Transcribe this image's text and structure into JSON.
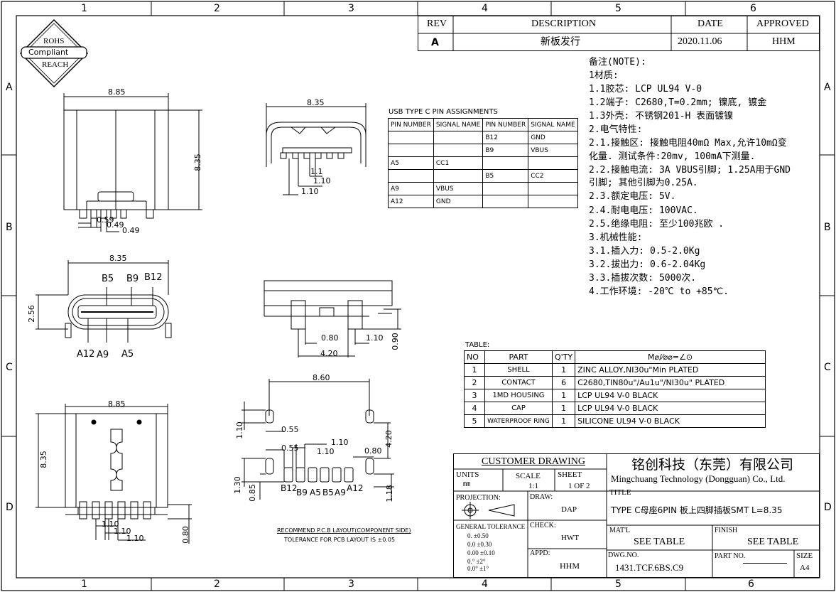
{
  "border": {
    "cols": [
      "1",
      "2",
      "3",
      "4",
      "5",
      "6"
    ],
    "rows": [
      "A",
      "B",
      "C",
      "D"
    ]
  },
  "logo": {
    "line1": "ROHS",
    "line2": "Compliant",
    "line3": "REACH"
  },
  "revision": {
    "headers": [
      "REV",
      "DESCRIPTION",
      "DATE",
      "APPROVED"
    ],
    "row": [
      "A",
      "新板发行",
      "2020.11.06",
      "HHM"
    ]
  },
  "notes": [
    "备注(NOTE):",
    "1材质:",
    "1.1胶芯: LCP UL94 V-0",
    "1.2端子: C2680,T=0.2mm; 镍底, 镀金",
    "1.3外壳: 不锈钢201-H 表面镀镍",
    "2.电气特性:",
    "2.1.接触区: 接触电阻40mΩ Max,允许10mΩ变",
    "    化量. 测试条件:20mv, 100mA下测量.",
    "2.2.接触电流: 3A VBUS引脚; 1.25A用于GND",
    "    引脚; 其他引脚为0.25A.",
    "2.3.额定电压: 5V.",
    "2.4.耐电电压: 100VAC.",
    "2.5.绝缘电阻: 至少100兆欧 .",
    "3.机械性能:",
    "3.1.插入力: 0.5-2.0Kg",
    "3.2.拔出力: 0.6-2.04Kg",
    "3.3.插拔次数: 5000次.",
    "4.工作环境: -20℃ to +85℃."
  ],
  "pin_table": {
    "title": "USB TYPE C PIN ASSIGNMENTS",
    "headers": [
      "PIN NUMBER",
      "SIGNAL NAME",
      "PIN NUMBER",
      "SIGNAL NAME"
    ],
    "rows": [
      [
        "",
        "",
        "B12",
        "GND"
      ],
      [
        "",
        "",
        "B9",
        "VBUS"
      ],
      [
        "A5",
        "CC1",
        "",
        ""
      ],
      [
        "",
        "",
        "B5",
        "CC2"
      ],
      [
        "A9",
        "VBUS",
        "",
        ""
      ],
      [
        "A12",
        "GND",
        "",
        ""
      ]
    ]
  },
  "bom": {
    "title": "TABLE:",
    "headers": [
      "NO",
      "PART",
      "Q'TY",
      "M⌀∕⁄⌀⌀=∠⊙"
    ],
    "rows": [
      [
        "1",
        "SHELL",
        "1",
        "ZINC ALLOY,NI30u\"Min PLATED"
      ],
      [
        "2",
        "CONTACT",
        "6",
        "C2680,TIN80u\"/Au1u\"/NI30u\" PLATED"
      ],
      [
        "3",
        "1MD HOUSING",
        "1",
        "LCP UL94 V-0 BLACK"
      ],
      [
        "4",
        "CAP",
        "1",
        "LCP UL94 V-0 BLACK"
      ],
      [
        "5",
        "WATERPROOF RING",
        "1",
        "SILICONE UL94 V-0 BLACK"
      ]
    ]
  },
  "dims": {
    "top_w": "8.85",
    "top_h": "8.35",
    "p059": "0.59",
    "p049a": "0.49",
    "p049b": "0.49",
    "side_w": "8.35",
    "d11": "1.1",
    "d110a": "1.10",
    "d110b": "1.10",
    "front_w": "8.35",
    "front_h": "2.56",
    "fB5": "B5",
    "fB9": "B9",
    "fB12": "B12",
    "fA12": "A12",
    "fA9": "A9",
    "fA5": "A5",
    "s080": "0.80",
    "s420": "4.20",
    "s110": "1.10",
    "s090": "0.90",
    "bot_w": "8.85",
    "bot_h": "8.35",
    "b110a": "1.10",
    "b110b": "1.10",
    "b110c": "1.10",
    "b080": "0.80",
    "pcb_w": "8.60",
    "pcb110": "1.10",
    "pcb055a": "0.55",
    "pcb055b": "0.55",
    "pcb110b": "1.10",
    "pcb110c": "1.10",
    "pcb080": "0.80",
    "pcb420": "4.20",
    "pcb130": "1.30",
    "pcb085": "0.85",
    "pcb118": "1.18",
    "pB12": "B12",
    "pB9": "B9",
    "pA5": "A5",
    "pB5": "B5",
    "pA9": "A9",
    "pA12": "A12",
    "pcb_note1": "RECOMMEND P.C.B LAYOUT(COMPONENT SIDE)",
    "pcb_note2": "TOLERANCE FOR PCB LAYOUT IS ±0.05"
  },
  "title_block": {
    "customer": "CUSTOMER DRAWING",
    "company_cn": "铭创科技（东莞）有限公司",
    "company_en": "Mingchuang Technology (Dongguan) Co., Ltd.",
    "units_label": "UNITS",
    "units": "㎜",
    "scale_label": "SCALE",
    "scale": "1:1",
    "sheet_label": "SHEET",
    "sheet": "1 OF 2",
    "title_label": "TITLE",
    "title": "TYPE C母座6PIN 板上四脚插板SMT L=8.35",
    "projection_label": "PROJECTION:",
    "draw_label": "DRAW:",
    "draw": "DAP",
    "check_label": "CHECK:",
    "check": "HWT",
    "appd_label": "APPD:",
    "appd": "HHM",
    "tol_label": "GENERAL TOLERANCE",
    "tol": [
      "0.  ±0.50",
      "0.0  ±0.30",
      "0.00 ±0.10",
      "0.°  ±2°",
      "0.0° ±1°"
    ],
    "matl_label": "MAT'L",
    "matl": "SEE TABLE",
    "finish_label": "FINISH",
    "finish": "SEE TABLE",
    "dwg_label": "DWG.NO.",
    "dwg": "1431.TCF.6BS.C9",
    "part_label": "PART NO.",
    "part": "",
    "size_label": "SIZE",
    "size": "A4"
  }
}
